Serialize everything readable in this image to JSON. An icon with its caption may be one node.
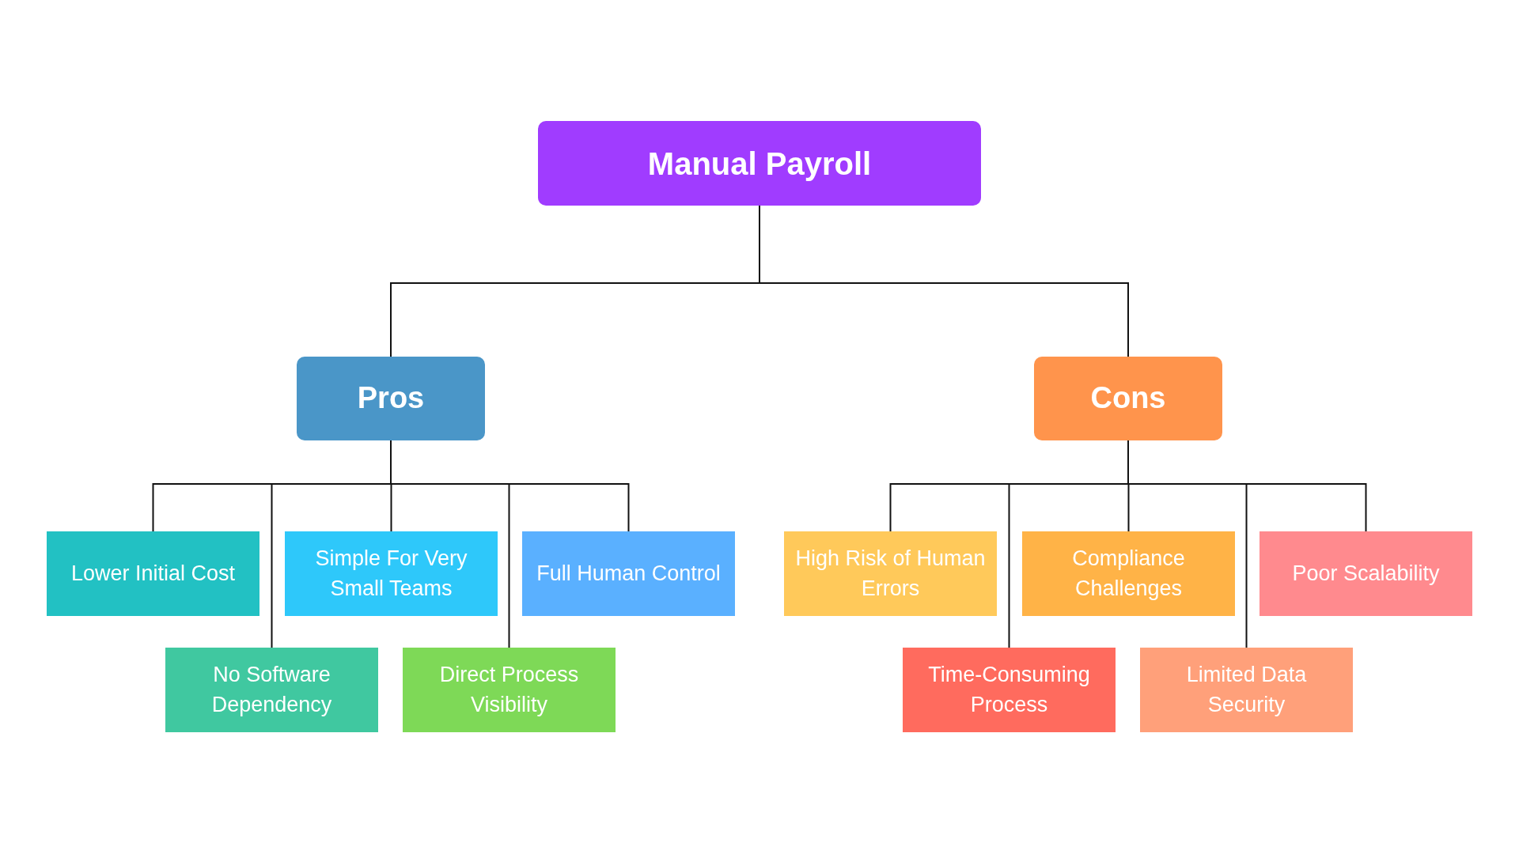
{
  "diagram": {
    "nodes": [
      {
        "text": [
          "Manual Payroll"
        ]
      },
      {
        "text": [
          "Pros"
        ]
      },
      {
        "text": [
          "Cons"
        ]
      },
      {
        "text": [
          "Lower Initial Cost"
        ]
      },
      {
        "text": [
          "No Software Dependency"
        ]
      },
      {
        "text": [
          "Simple For Very Small Teams"
        ]
      },
      {
        "text": [
          "Direct Process Visibility"
        ]
      },
      {
        "text": [
          "Full Human Control"
        ]
      },
      {
        "text": [
          "High Risk of Human Errors"
        ]
      },
      {
        "text": [
          "Time-Consuming Process"
        ]
      },
      {
        "text": [
          "Compliance Challenges"
        ]
      },
      {
        "text": [
          "Limited Data Security"
        ]
      },
      {
        "text": [
          "Poor Scalability"
        ]
      }
    ],
    "edges": [
      {
        "from": 0,
        "to": 1,
        "arrow": "none"
      },
      {
        "from": 0,
        "to": 2,
        "arrow": "none"
      },
      {
        "from": 1,
        "to": 3,
        "arrow": "none"
      },
      {
        "from": 1,
        "to": 4,
        "arrow": "none"
      },
      {
        "from": 1,
        "to": 5,
        "arrow": "none"
      },
      {
        "from": 1,
        "to": 6,
        "arrow": "none"
      },
      {
        "from": 1,
        "to": 7,
        "arrow": "none"
      },
      {
        "from": 2,
        "to": 8,
        "arrow": "none"
      },
      {
        "from": 2,
        "to": 9,
        "arrow": "none"
      },
      {
        "from": 2,
        "to": 10,
        "arrow": "none"
      },
      {
        "from": 2,
        "to": 11,
        "arrow": "none"
      },
      {
        "from": 2,
        "to": 12,
        "arrow": "none"
      }
    ]
  }
}
